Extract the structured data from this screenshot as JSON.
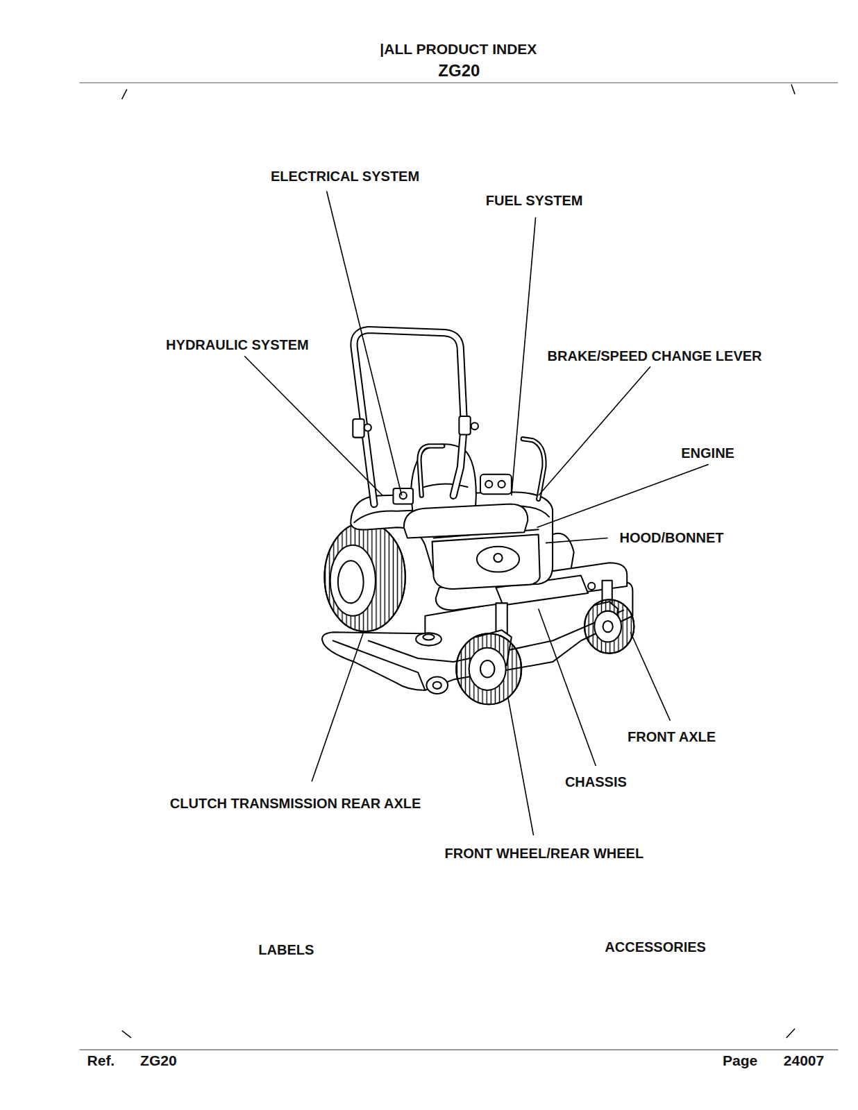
{
  "diagram": {
    "title": "|ALL PRODUCT INDEX",
    "labels": [
      "ZG20",
      "ELECTRICAL SYSTEM",
      "FUEL SYSTEM",
      "HYDRAULIC SYSTEM",
      "BRAKE/SPEED CHANGE LEVER",
      "ENGINE",
      "HOOD/BONNET",
      "FRONT AXLE",
      "CHASSIS",
      "CLUTCH TRANSMISSION REAR AXLE",
      "FRONT WHEEL/REAR WHEEL",
      "LABELS",
      "ACCESSORIES",
      "Ref.",
      "ZG20",
      "Page",
      "24007"
    ]
  }
}
